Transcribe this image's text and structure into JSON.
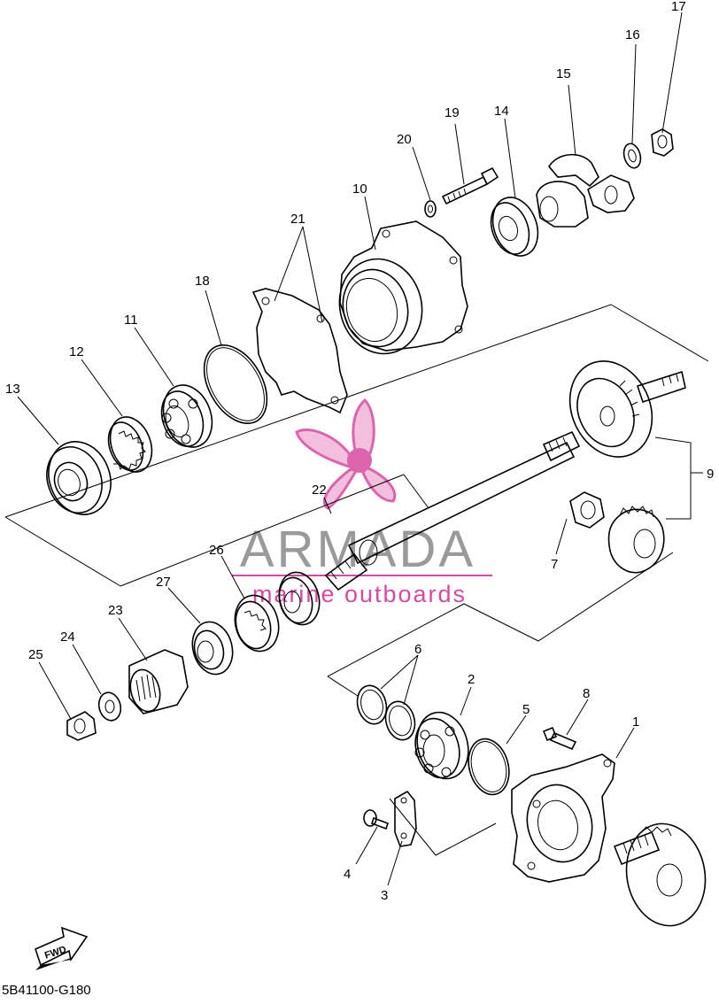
{
  "diagram": {
    "callouts": [
      {
        "id": "1",
        "label": "1"
      },
      {
        "id": "2",
        "label": "2"
      },
      {
        "id": "3",
        "label": "3"
      },
      {
        "id": "4",
        "label": "4"
      },
      {
        "id": "5",
        "label": "5"
      },
      {
        "id": "6",
        "label": "6"
      },
      {
        "id": "7",
        "label": "7"
      },
      {
        "id": "8",
        "label": "8"
      },
      {
        "id": "9",
        "label": "9"
      },
      {
        "id": "10",
        "label": "10"
      },
      {
        "id": "11",
        "label": "11"
      },
      {
        "id": "12",
        "label": "12"
      },
      {
        "id": "13",
        "label": "13"
      },
      {
        "id": "14",
        "label": "14"
      },
      {
        "id": "15",
        "label": "15"
      },
      {
        "id": "16",
        "label": "16"
      },
      {
        "id": "17",
        "label": "17"
      },
      {
        "id": "18",
        "label": "18"
      },
      {
        "id": "19",
        "label": "19"
      },
      {
        "id": "20",
        "label": "20"
      },
      {
        "id": "21",
        "label": "21"
      },
      {
        "id": "22",
        "label": "22"
      },
      {
        "id": "23",
        "label": "23"
      },
      {
        "id": "24",
        "label": "24"
      },
      {
        "id": "25",
        "label": "25"
      },
      {
        "id": "26",
        "label": "26"
      },
      {
        "id": "27",
        "label": "27"
      }
    ],
    "fwd_label": "FWD",
    "drawing_code": "5B41100-G180"
  },
  "watermark": {
    "brand": "ARMADA",
    "subtitle": "marine outboards",
    "color_primary": "#d64aa0",
    "color_light": "#f0b4d8",
    "color_text": "#9a9a9a"
  }
}
